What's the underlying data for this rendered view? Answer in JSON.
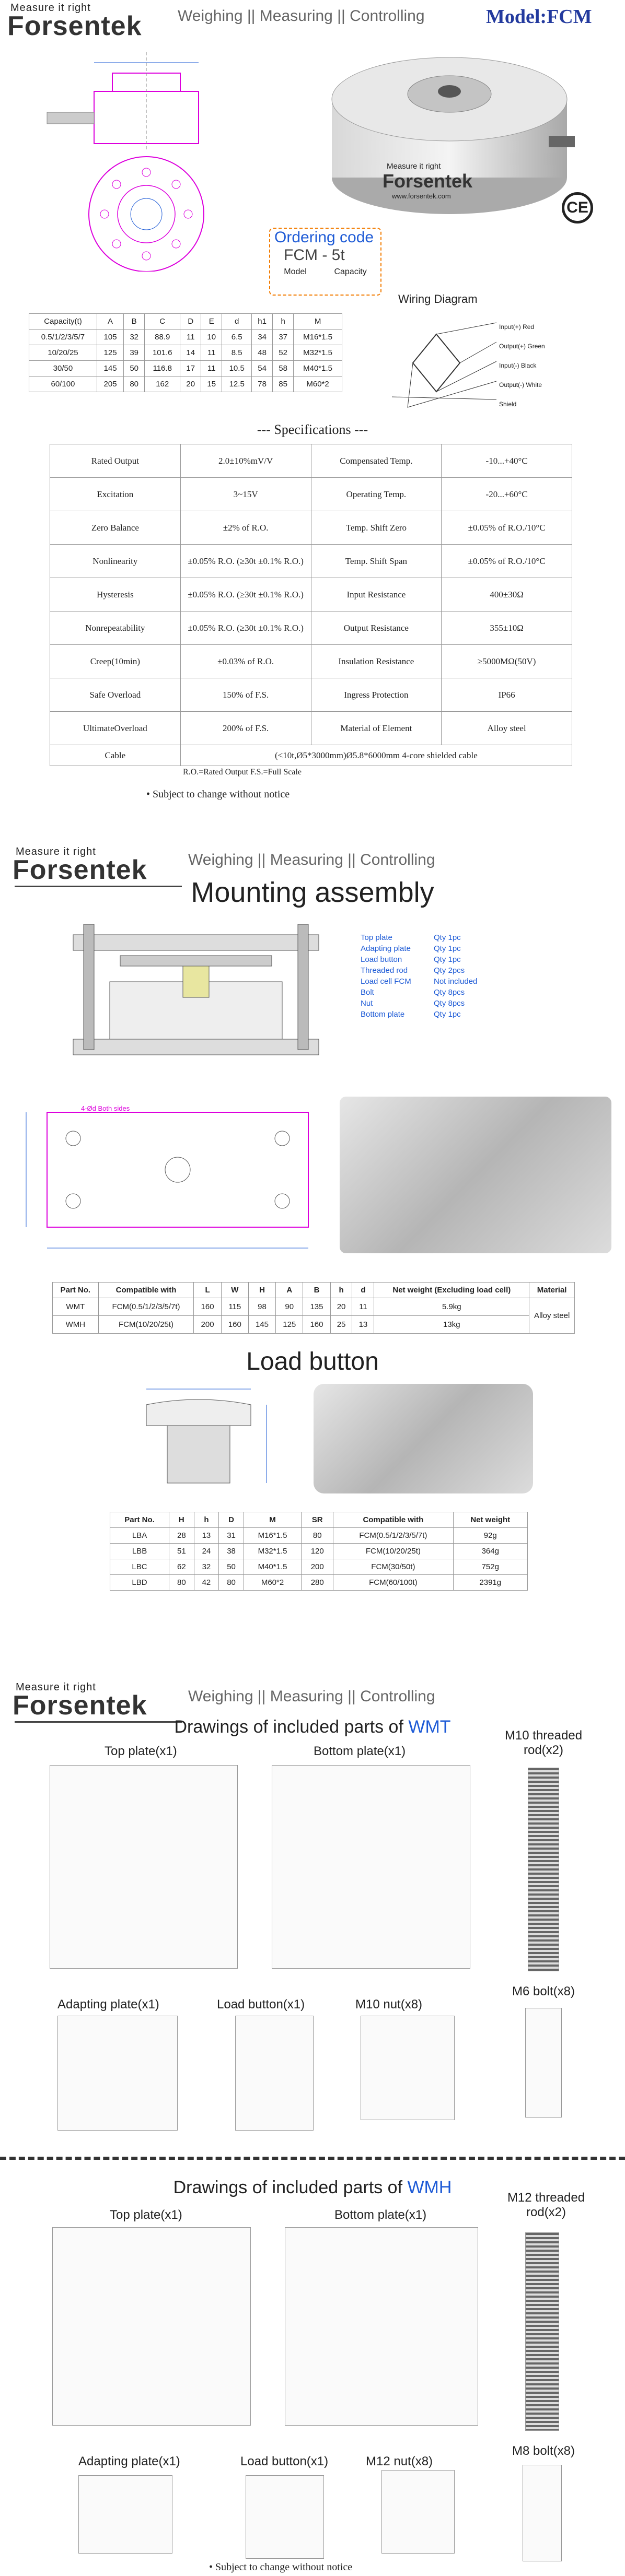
{
  "s1": {
    "logo_tag": "Measure it right",
    "logo_main": "Forsentek",
    "slogan": "Weighing || Measuring || Controlling",
    "model": "Model:FCM",
    "ordering": {
      "title": "Ordering code",
      "code": "FCM - 5t",
      "left": "Model",
      "right": "Capacity"
    },
    "wiring": {
      "title": "Wiring Diagram",
      "lines": [
        "Input(+) Red",
        "Output(+) Green",
        "Input(-) Black",
        "Output(-) White",
        "Shield"
      ]
    },
    "dim_headers": [
      "Capacity(t)",
      "A",
      "B",
      "C",
      "D",
      "E",
      "d",
      "h1",
      "h",
      "M"
    ],
    "dim_rows": [
      [
        "0.5/1/2/3/5/7",
        "105",
        "32",
        "88.9",
        "11",
        "10",
        "6.5",
        "34",
        "37",
        "M16*1.5"
      ],
      [
        "10/20/25",
        "125",
        "39",
        "101.6",
        "14",
        "11",
        "8.5",
        "48",
        "52",
        "M32*1.5"
      ],
      [
        "30/50",
        "145",
        "50",
        "116.8",
        "17",
        "11",
        "10.5",
        "54",
        "58",
        "M40*1.5"
      ],
      [
        "60/100",
        "205",
        "80",
        "162",
        "20",
        "15",
        "12.5",
        "78",
        "85",
        "M60*2"
      ]
    ],
    "spec_title": "--- Specifications ---",
    "specs": [
      [
        "Rated Output",
        "2.0±10%mV/V",
        "Compensated Temp.",
        "-10...+40°C"
      ],
      [
        "Excitation",
        "3~15V",
        "Operating Temp.",
        "-20...+60°C"
      ],
      [
        "Zero Balance",
        "±2% of R.O.",
        "Temp. Shift Zero",
        "±0.05% of R.O./10°C"
      ],
      [
        "Nonlinearity",
        "±0.05% R.O. (≥30t ±0.1% R.O.)",
        "Temp. Shift Span",
        "±0.05% of R.O./10°C"
      ],
      [
        "Hysteresis",
        "±0.05% R.O. (≥30t ±0.1% R.O.)",
        "Input Resistance",
        "400±30Ω"
      ],
      [
        "Nonrepeatability",
        "±0.05% R.O. (≥30t ±0.1% R.O.)",
        "Output Resistance",
        "355±10Ω"
      ],
      [
        "Creep(10min)",
        "±0.03% of R.O.",
        "Insulation Resistance",
        "≥5000MΩ(50V)"
      ],
      [
        "Safe Overload",
        "150% of F.S.",
        "Ingress Protection",
        "IP66"
      ],
      [
        "UltimateOverload",
        "200% of F.S.",
        "Material of Element",
        "Alloy steel"
      ]
    ],
    "cable_label": "Cable",
    "cable_value": "(<10t,Ø5*3000mm)Ø5.8*6000mm 4-core shielded cable",
    "footnote": "R.O.=Rated Output    F.S.=Full Scale",
    "notice": "• Subject to change without notice",
    "photo_brand": "Forsentek",
    "photo_tag": "Measure it right",
    "photo_url": "www.forsentek.com"
  },
  "s2": {
    "logo_tag": "Measure it right",
    "logo_main": "Forsentek",
    "slogan": "Weighing || Measuring || Controlling",
    "title": "Mounting assembly",
    "parts": [
      [
        "Top plate",
        "Qty 1pc"
      ],
      [
        "Adapting plate",
        "Qty 1pc"
      ],
      [
        "Load button",
        "Qty 1pc"
      ],
      [
        "Threaded rod",
        "Qty 2pcs"
      ],
      [
        "Load cell FCM",
        "Not included"
      ],
      [
        "Bolt",
        "Qty 8pcs"
      ],
      [
        "Nut",
        "Qty 8pcs"
      ],
      [
        "Bottom plate",
        "Qty 1pc"
      ]
    ],
    "hole_note": "4-Ød Both sides",
    "t_headers": [
      "Part No.",
      "Compatible with",
      "L",
      "W",
      "H",
      "A",
      "B",
      "h",
      "d",
      "Net weight (Excluding load cell)",
      "Material"
    ],
    "t_rows": [
      [
        "WMT",
        "FCM(0.5/1/2/3/5/7t)",
        "160",
        "115",
        "98",
        "90",
        "135",
        "20",
        "11",
        "5.9kg"
      ],
      [
        "WMH",
        "FCM(10/20/25t)",
        "200",
        "160",
        "145",
        "125",
        "160",
        "25",
        "13",
        "13kg"
      ]
    ],
    "material": "Alloy steel",
    "lb_title": "Load button",
    "lb_headers": [
      "Part No.",
      "H",
      "h",
      "D",
      "M",
      "SR",
      "Compatible with",
      "Net weight"
    ],
    "lb_rows": [
      [
        "LBA",
        "28",
        "13",
        "31",
        "M16*1.5",
        "80",
        "FCM(0.5/1/2/3/5/7t)",
        "92g"
      ],
      [
        "LBB",
        "51",
        "24",
        "38",
        "M32*1.5",
        "120",
        "FCM(10/20/25t)",
        "364g"
      ],
      [
        "LBC",
        "62",
        "32",
        "50",
        "M40*1.5",
        "200",
        "FCM(30/50t)",
        "752g"
      ],
      [
        "LBD",
        "80",
        "42",
        "80",
        "M60*2",
        "280",
        "FCM(60/100t)",
        "2391g"
      ]
    ]
  },
  "s3": {
    "logo_tag": "Measure it right",
    "logo_main": "Forsentek",
    "slogan": "Weighing || Measuring || Controlling",
    "title_prefix": "Drawings of included parts of ",
    "wmt": "WMT",
    "wmh": "WMH",
    "wmt_parts": {
      "top": "Top plate(x1)",
      "bottom": "Bottom plate(x1)",
      "rod": "M10 threaded rod(x2)",
      "adapt": "Adapting plate(x1)",
      "button": "Load button(x1)",
      "nut": "M10 nut(x8)",
      "bolt": "M6 bolt(x8)"
    },
    "wmh_parts": {
      "top": "Top plate(x1)",
      "bottom": "Bottom plate(x1)",
      "rod": "M12 threaded rod(x2)",
      "adapt": "Adapting plate(x1)",
      "button": "Load button(x1)",
      "nut": "M12 nut(x8)",
      "bolt": "M8 bolt(x8)"
    },
    "notice": "• Subject to change without notice"
  }
}
